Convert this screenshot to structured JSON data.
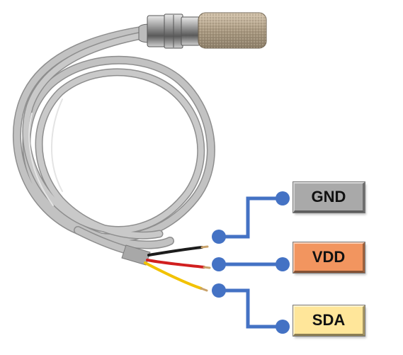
{
  "pins": [
    {
      "name": "GND",
      "color": "#a9a9a9"
    },
    {
      "name": "VDD",
      "color": "#f2955f"
    },
    {
      "name": "SDA",
      "color": "#ffe69a"
    }
  ],
  "colors": {
    "connector": "#4472c4",
    "cable": "#b8b8b8",
    "wire_black": "#1c1c1c",
    "wire_red": "#d11f1f",
    "wire_yellow": "#f2c200"
  }
}
